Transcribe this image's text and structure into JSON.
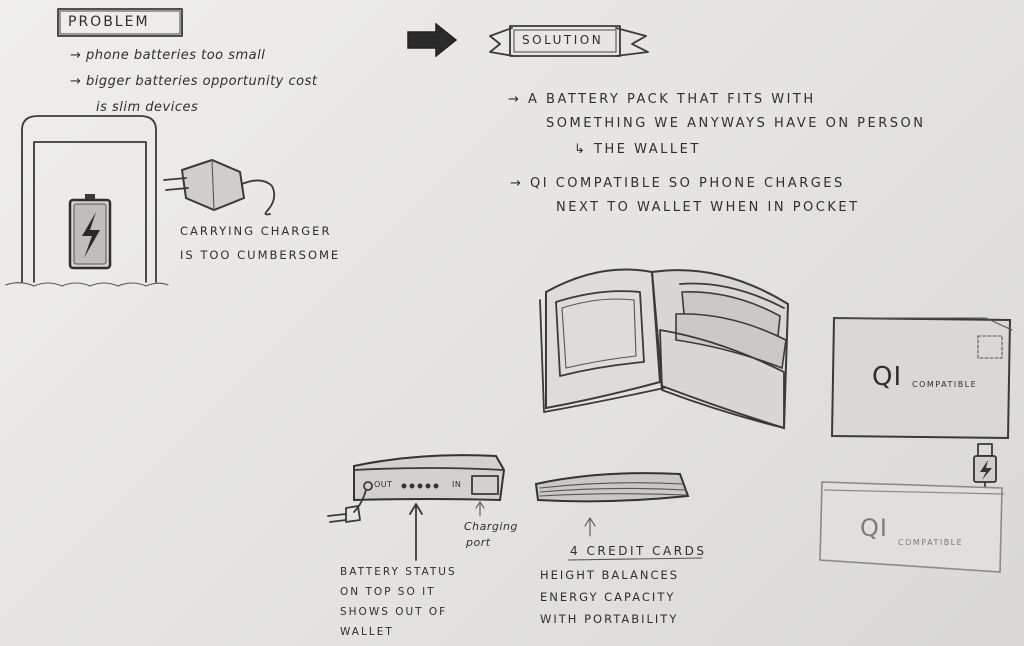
{
  "problem": {
    "title": "PROBLEM",
    "bullets": [
      "→ phone batteries too small",
      "→ bigger batteries opportunity cost"
    ],
    "bullet_cont": "is slim devices",
    "charger_caption_1": "CARRYING CHARGER",
    "charger_caption_2": "IS TOO CUMBERSOME"
  },
  "solution": {
    "title": "SOLUTION",
    "point1_line1": "→ A BATTERY PACK THAT FITS WITH",
    "point1_line2": "SOMETHING WE ANYWAYS HAVE ON PERSON",
    "point1_line3": "↳ THE WALLET",
    "point2_line1": "→ QI COMPATIBLE SO PHONE CHARGES",
    "point2_line2": "NEXT TO WALLET WHEN IN POCKET"
  },
  "device": {
    "out_label": "OUT",
    "in_label": "IN",
    "charging_port_1": "Charging",
    "charging_port_2": "port",
    "status_1": "BATTERY STATUS",
    "status_2": "ON TOP SO IT",
    "status_3": "SHOWS OUT OF",
    "status_4": "WALLET"
  },
  "cards": {
    "heading": "4 CREDIT CARDS",
    "line1": "HEIGHT BALANCES",
    "line2": "ENERGY CAPACITY",
    "line3": "WITH PORTABILITY"
  },
  "qi_top": {
    "logo": "QI",
    "sub": "COMPATIBLE"
  },
  "qi_bottom": {
    "logo": "QI",
    "sub": "COMPATIBLE"
  },
  "icons": [
    "arrow-right-icon",
    "battery-icon",
    "lightning-icon",
    "wall-charger-icon",
    "usb-plug-icon"
  ]
}
